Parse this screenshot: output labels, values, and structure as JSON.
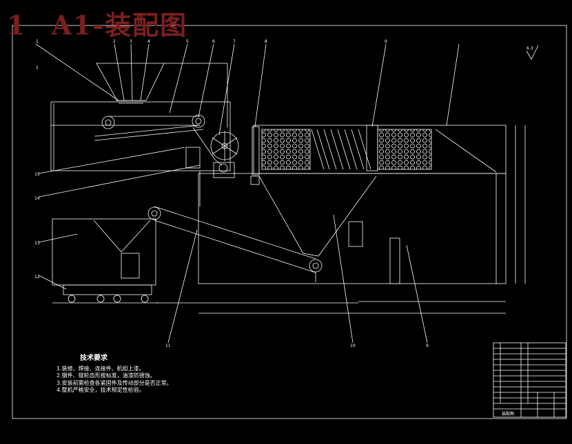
{
  "title": {
    "num": "1",
    "text": "A1-装配图"
  },
  "roughness": "6.3",
  "tech_req": {
    "heading": "技术要求",
    "items": [
      "1.装修、焊接、连接件、机组上漆。",
      "2.钢件、链轮齿形按标准，油漆防锈蚀。",
      "3.安装前需检查各紧固件及传动部分是否正常。",
      "4.整机严格安全，技术规定性检验。"
    ]
  },
  "balloons": {
    "top": [
      "1",
      "2",
      "3",
      "4",
      "5",
      "6",
      "7",
      "8",
      "9"
    ],
    "left": [
      "1",
      "15",
      "14",
      "13",
      "12"
    ],
    "bottom": [
      "11",
      "10",
      "9"
    ]
  },
  "title_block": {
    "label": "装配图"
  },
  "colors": {
    "line": "#ffffff",
    "title": "#7a1f1f",
    "background": "#000000"
  }
}
